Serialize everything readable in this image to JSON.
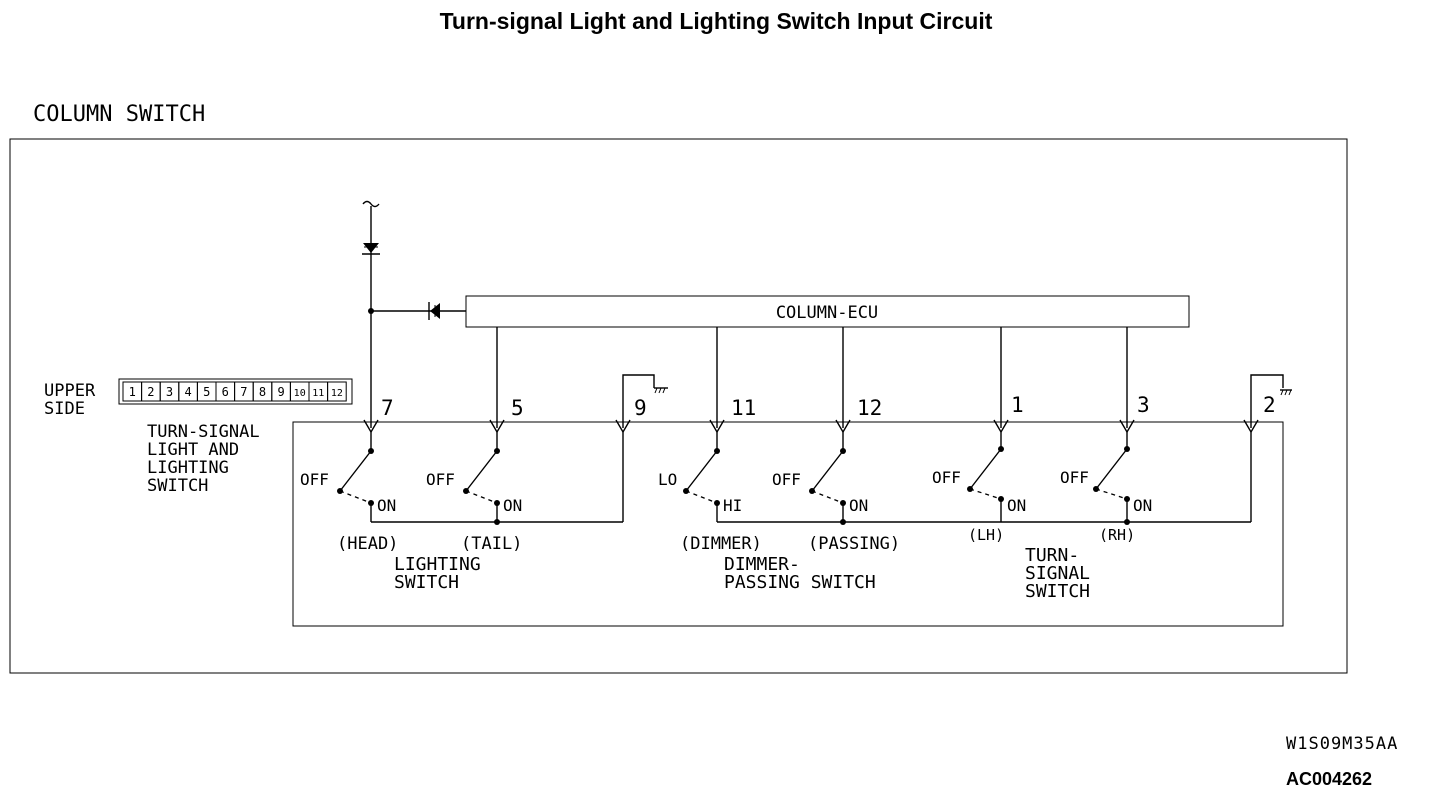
{
  "title": "Turn-signal Light and Lighting Switch Input Circuit",
  "column_switch_label": "COLUMN SWITCH",
  "ecu_label": "COLUMN-ECU",
  "connector": {
    "side_label_1": "UPPER",
    "side_label_2": "SIDE",
    "pins": [
      "1",
      "2",
      "3",
      "4",
      "5",
      "6",
      "7",
      "8",
      "9",
      "10",
      "11",
      "12"
    ]
  },
  "switch_block_label": [
    "TURN-SIGNAL",
    "LIGHT AND",
    "LIGHTING",
    "SWITCH"
  ],
  "terminals": {
    "t7": "7",
    "t5": "5",
    "t9": "9",
    "t11": "11",
    "t12": "12",
    "t1": "1",
    "t3": "3",
    "t2": "2"
  },
  "switches": {
    "head": {
      "off": "OFF",
      "on": "ON",
      "name": "(HEAD)"
    },
    "tail": {
      "off": "OFF",
      "on": "ON",
      "name": "(TAIL)"
    },
    "dimmer": {
      "off": "LO",
      "on": "HI",
      "name": "(DIMMER)"
    },
    "passing": {
      "off": "OFF",
      "on": "ON",
      "name": "(PASSING)"
    },
    "lh": {
      "off": "OFF",
      "on": "ON",
      "name": "(LH)"
    },
    "rh": {
      "off": "OFF",
      "on": "ON",
      "name": "(RH)"
    }
  },
  "groups": {
    "lighting": [
      "LIGHTING",
      "SWITCH"
    ],
    "dimmer_passing": [
      "DIMMER-",
      "PASSING SWITCH"
    ],
    "turn_signal": [
      "TURN-",
      "SIGNAL",
      "SWITCH"
    ]
  },
  "figure_code": "W1S09M35AA",
  "reference_code": "AC004262"
}
